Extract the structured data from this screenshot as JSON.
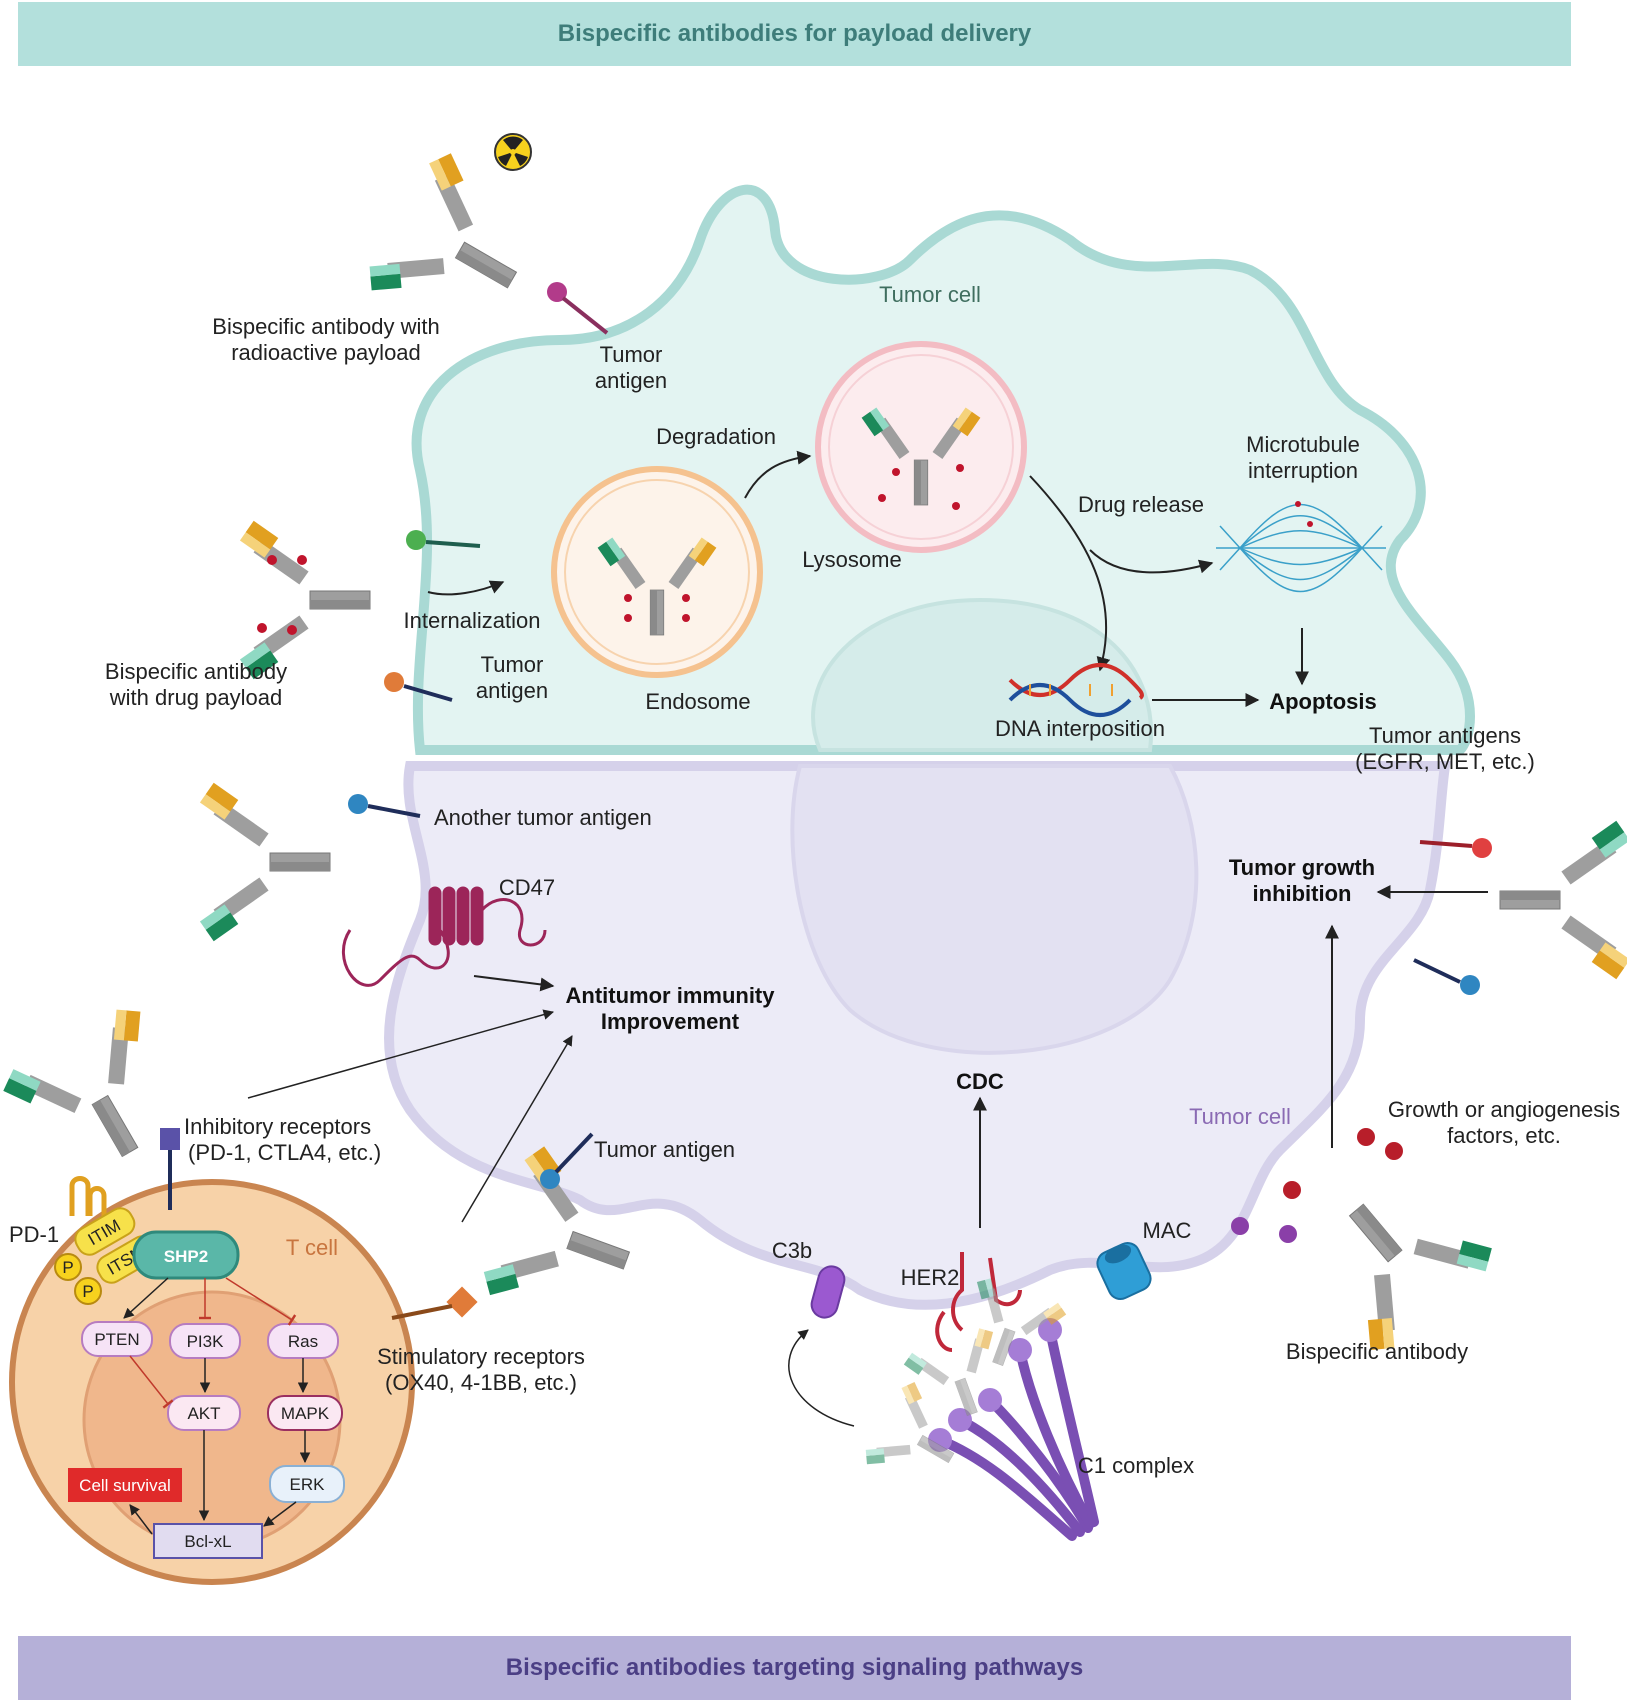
{
  "banners": {
    "top": "Bispecific antibodies for payload delivery",
    "bottom": "Bispecific antibodies targeting signaling pathways"
  },
  "top_panel": {
    "tumor_cell": "Tumor cell",
    "radio_ab_line1": "Bispecific antibody with",
    "radio_ab_line2": "radioactive payload",
    "tumor_antigen1_line1": "Tumor",
    "tumor_antigen1_line2": "antigen",
    "drug_ab_line1": "Bispecific antibody",
    "drug_ab_line2": "with drug payload",
    "internalization": "Internalization",
    "tumor_antigen2_line1": "Tumor",
    "tumor_antigen2_line2": "antigen",
    "endosome": "Endosome",
    "degradation": "Degradation",
    "lysosome": "Lysosome",
    "drug_release": "Drug release",
    "microtubule_line1": "Microtubule",
    "microtubule_line2": "interruption",
    "dna": "DNA interposition",
    "apoptosis": "Apoptosis"
  },
  "bottom_panel": {
    "tumor_antigens_line1": "Tumor antigens",
    "tumor_antigens_line2": "(EGFR, MET, etc.)",
    "another_antigen": "Another tumor antigen",
    "cd47": "CD47",
    "antitumor_line1": "Antitumor immunity",
    "antitumor_line2": "Improvement",
    "growth_inhib_line1": "Tumor growth",
    "growth_inhib_line2": "inhibition",
    "inhib_receptors_line1": "Inhibitory receptors",
    "inhib_receptors_line2": "(PD-1, CTLA4, etc.)",
    "pd1": "PD-1",
    "itim": "ITIM",
    "itsm": "ITSM",
    "p": "P",
    "shp2": "SHP2",
    "t_cell": "T cell",
    "pten": "PTEN",
    "pi3k": "PI3K",
    "ras": "Ras",
    "akt": "AKT",
    "mapk": "MAPK",
    "erk": "ERK",
    "cell_survival": "Cell survival",
    "bclxl": "Bcl-xL",
    "tumor_antigen3": "Tumor antigen",
    "stim_line1": "Stimulatory receptors",
    "stim_line2": "(OX40, 4-1BB, etc.)",
    "cdc": "CDC",
    "tumor_cell2": "Tumor cell",
    "growth_factors_line1": "Growth or angiogenesis",
    "growth_factors_line2": "factors, etc.",
    "c3b": "C3b",
    "her2": "HER2",
    "mac": "MAC",
    "c1": "C1 complex",
    "bispecific": "Bispecific antibody"
  },
  "colors": {
    "banner_top": "#b3e0dc",
    "banner_bottom": "#b5b0d8",
    "tumor_cell_top": "#e3f4f2",
    "tumor_cell_bottom": "#ecebf7",
    "t_cell": "#f7d2a8"
  }
}
